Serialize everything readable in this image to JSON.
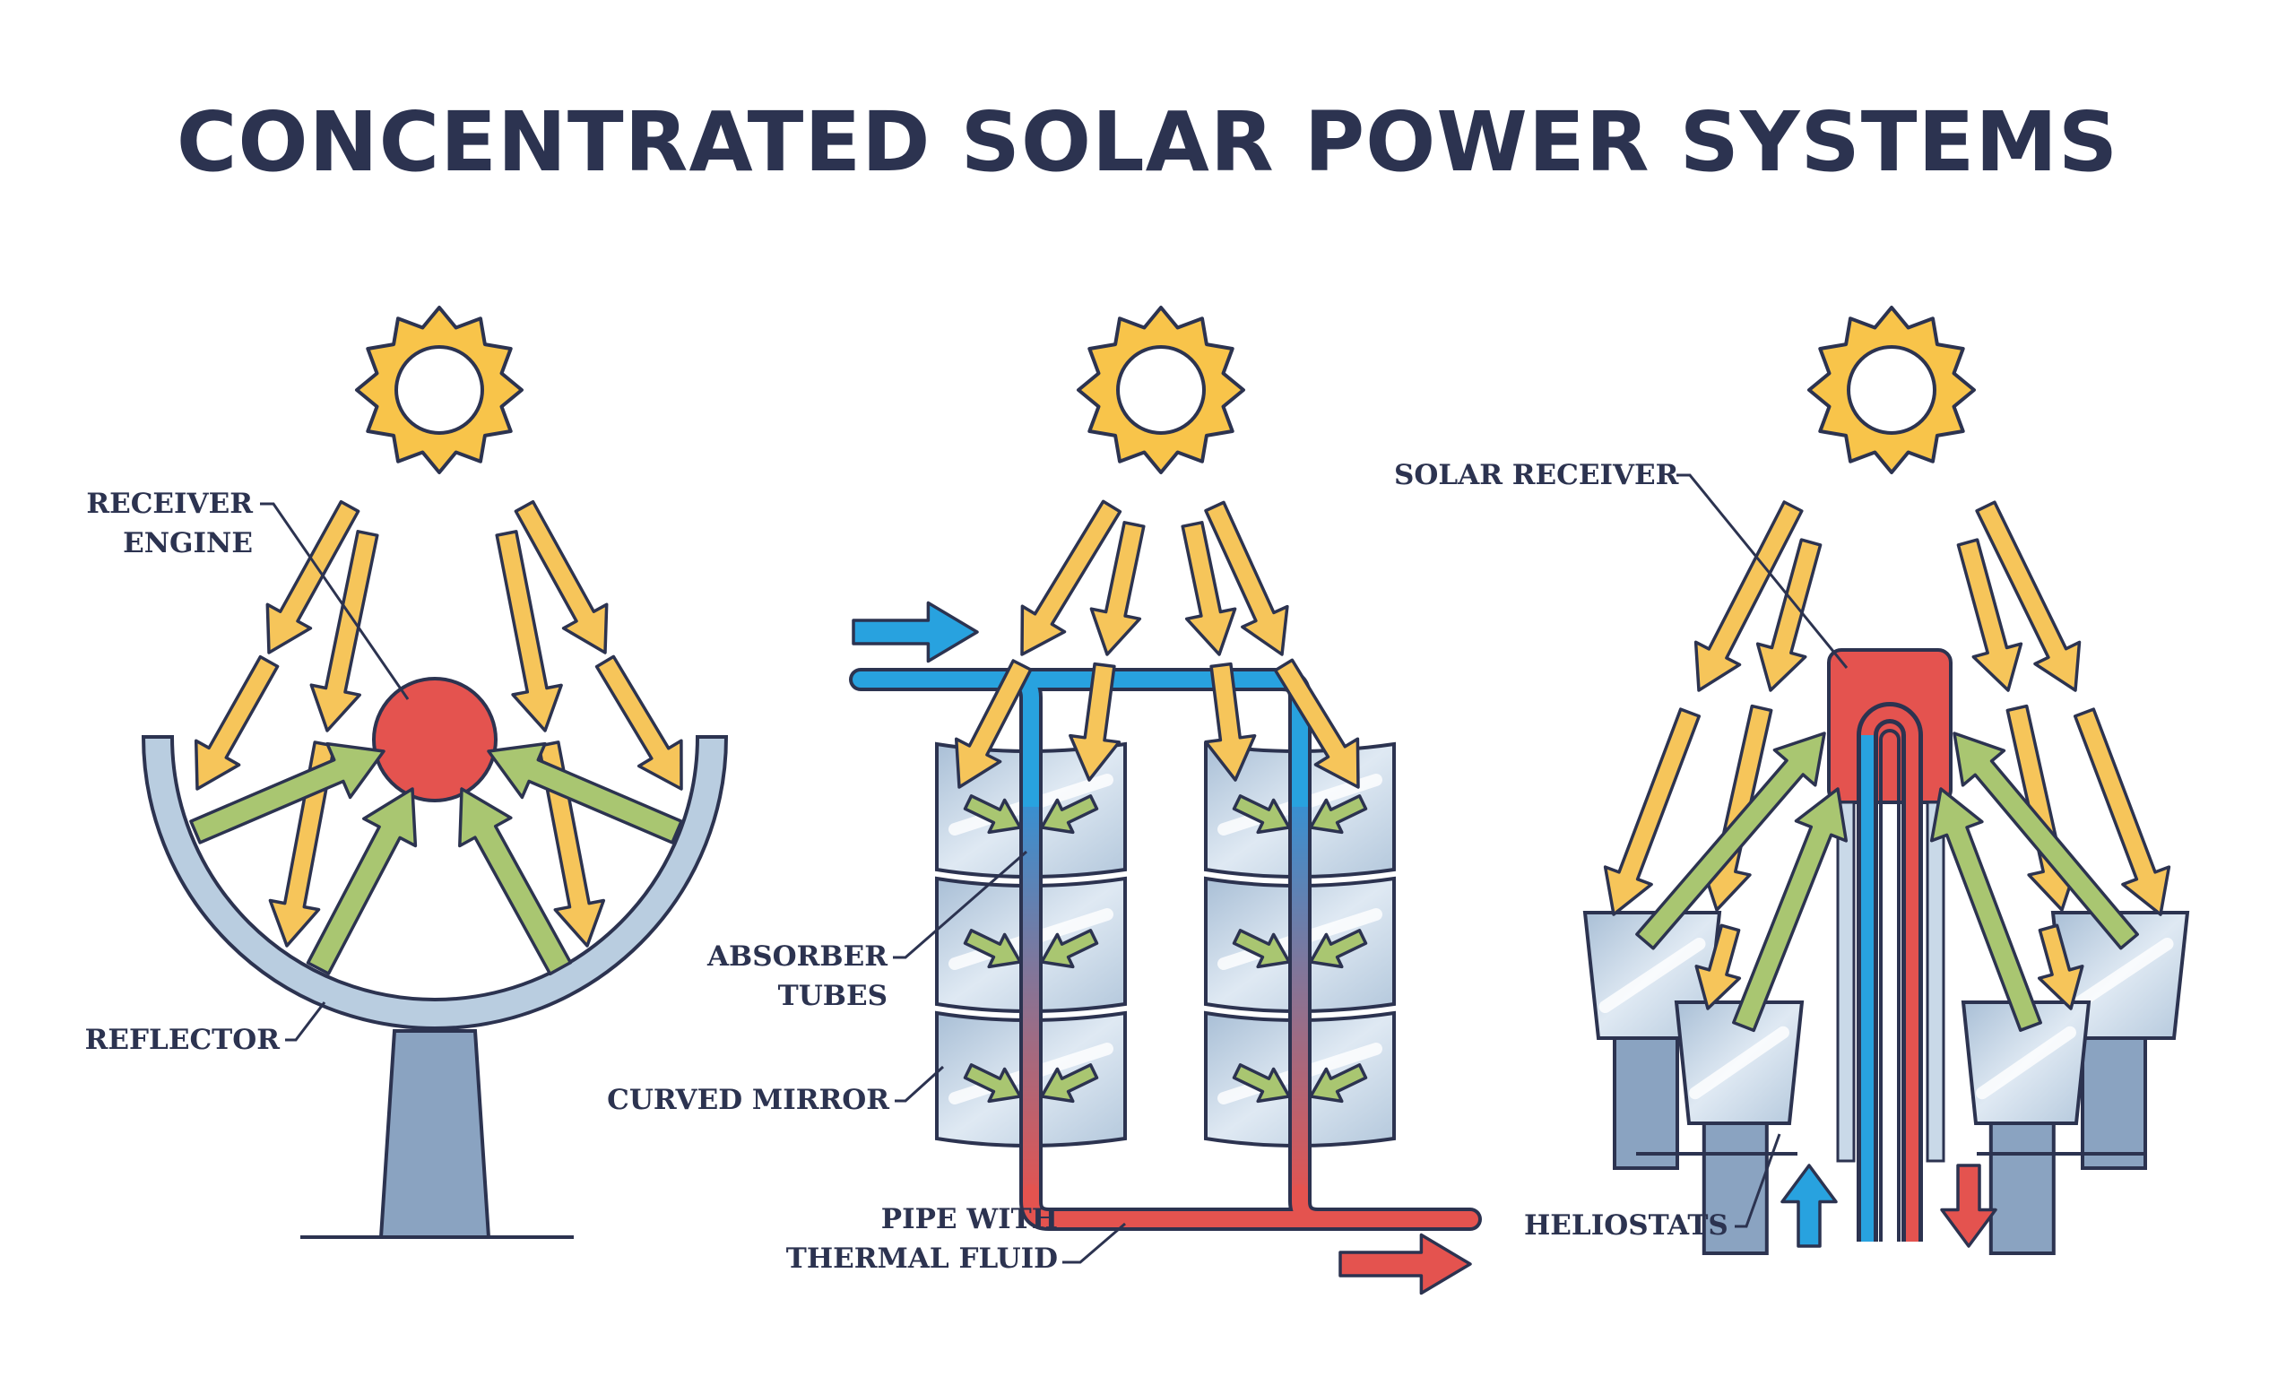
{
  "title": "CONCENTRATED SOLAR POWER SYSTEMS",
  "labels": {
    "receiver_engine": [
      "RECEIVER",
      "ENGINE"
    ],
    "reflector": "REFLECTOR",
    "absorber_tubes": [
      "ABSORBER",
      "TUBES"
    ],
    "curved_mirror": "CURVED MIRROR",
    "pipe_thermal_fluid": [
      "PIPE WITH",
      "THERMAL FLUID"
    ],
    "solar_receiver": "SOLAR RECEIVER",
    "heliostats": "HELIOSTATS"
  },
  "colors": {
    "outline": "#2c3350",
    "sun": "#f8c44a",
    "sun_core": "#ffffff",
    "incoming_ray": "#f6c55a",
    "reflected_ray": "#a9c671",
    "receiver": "#e4534f",
    "cold_fluid": "#28a2df",
    "hot_fluid": "#e4534f",
    "dish": "#b9cde0",
    "stand": "#8aa3c1",
    "mirror": "#c9d9e8"
  }
}
